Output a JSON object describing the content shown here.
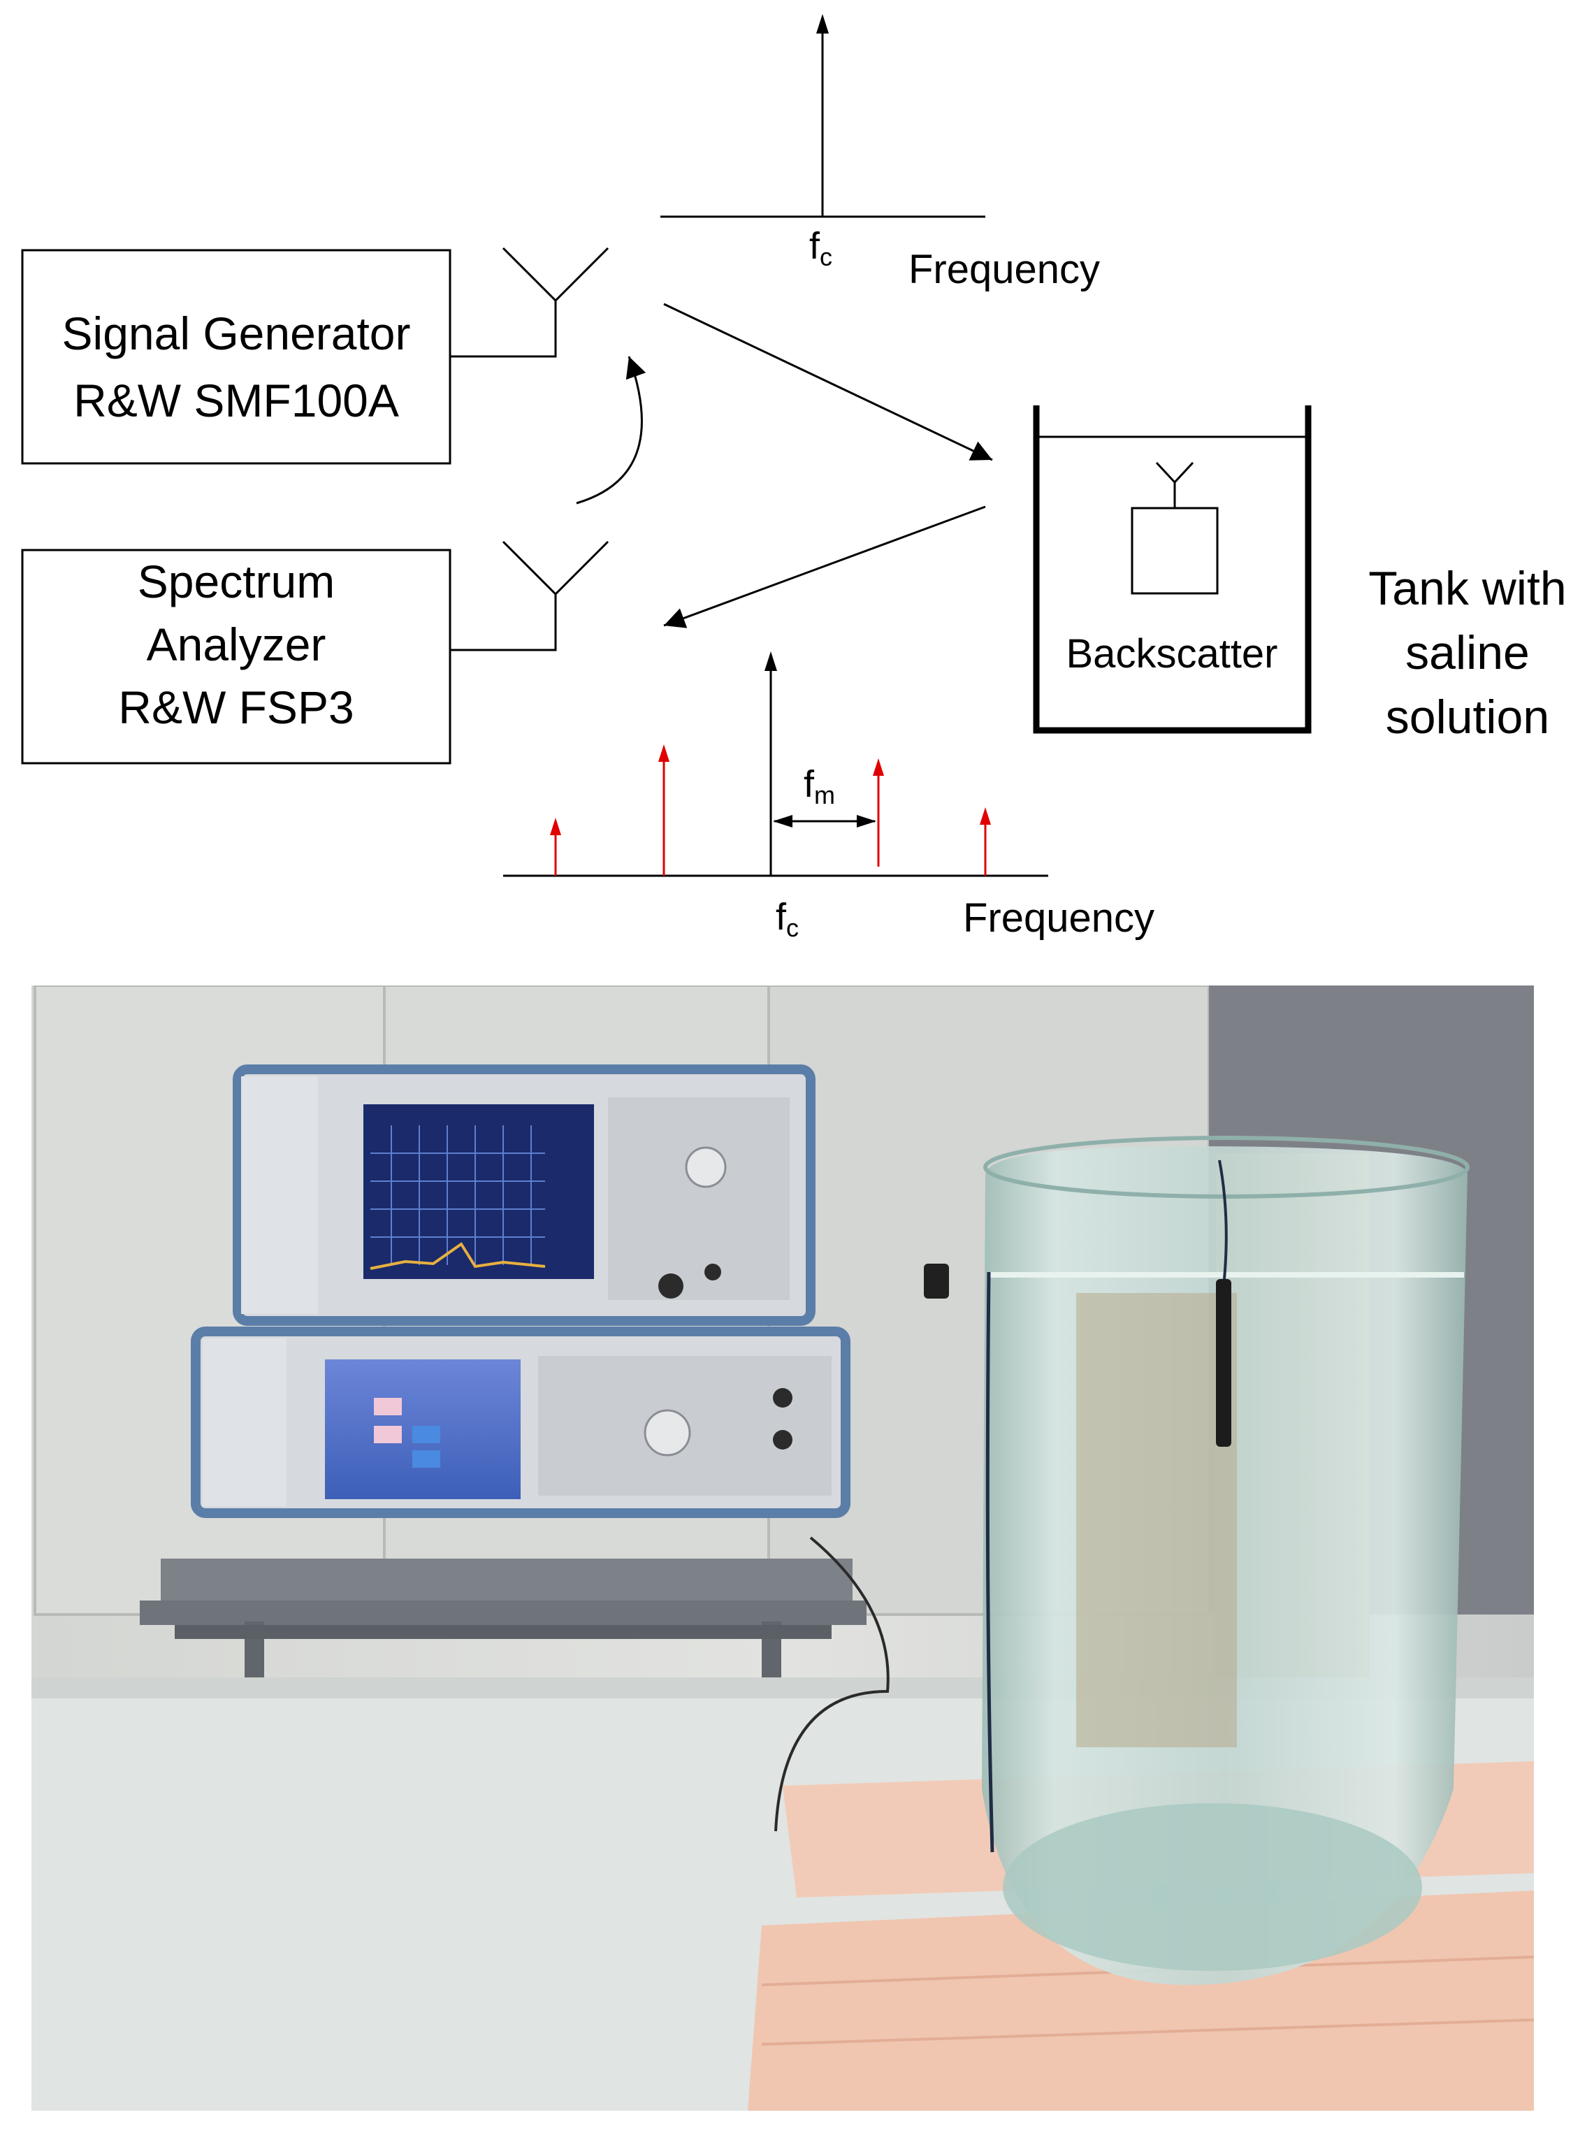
{
  "blocks": {
    "signal_generator": {
      "line1": "Signal Generator",
      "line2": "R&W SMF100A"
    },
    "spectrum_analyzer": {
      "line1": "Spectrum",
      "line2": "Analyzer",
      "line3": "R&W FSP3"
    },
    "backscatter": "Backscatter",
    "tank": {
      "line1": "Tank with",
      "line2": "saline",
      "line3": "solution"
    }
  },
  "top_spectrum": {
    "fc_main": "f",
    "fc_sub": "c",
    "axis_label": "Frequency"
  },
  "bottom_spectrum": {
    "fc_main": "f",
    "fc_sub": "c",
    "fm_main": "f",
    "fm_sub": "m",
    "axis_label": "Frequency"
  },
  "colors": {
    "line": "#000000",
    "sideband": "#e00000",
    "wall": "#dcdcd8",
    "table": "#e2e5e3",
    "foam": "#f2cbb8",
    "instrument_frame": "#5b7ea8",
    "instrument_body": "#d8dbdf",
    "screen_blue": "#4a6cc4",
    "analyzer_screen": "#1a2a6a",
    "glass": "#bcd4d0"
  },
  "photo": {
    "description_icons": [
      "spectrum-analyzer-device",
      "signal-generator-device",
      "glass-tank",
      "foam-base",
      "cart"
    ]
  }
}
